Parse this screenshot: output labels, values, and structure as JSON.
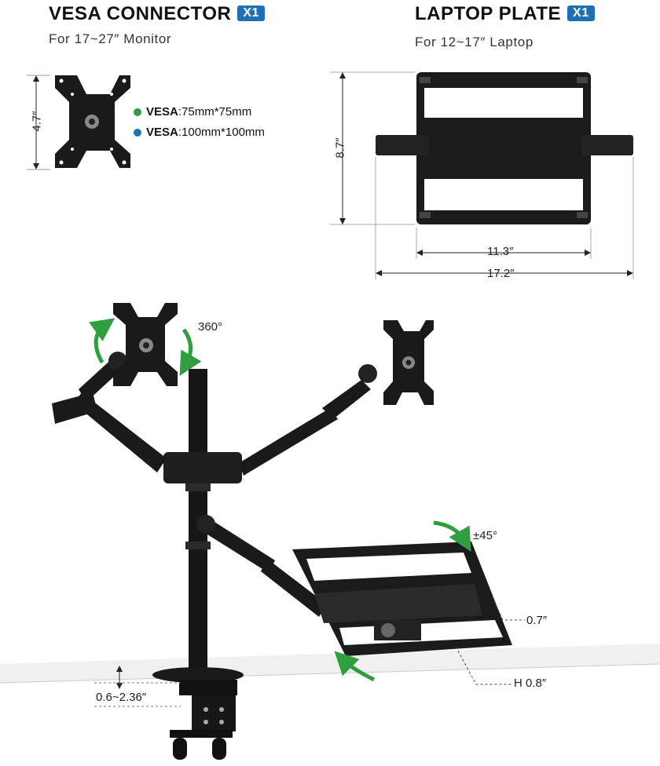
{
  "vesa_connector": {
    "title": "VESA CONNECTOR",
    "badge": "X1",
    "subtitle": "For 17~27″ Monitor",
    "height_dim": "4.7″",
    "specs": [
      {
        "bold": "VESA",
        "rest": ":75mm*75mm",
        "color": "#2e9e3e"
      },
      {
        "bold": "VESA",
        "rest": ":100mm*100mm",
        "color": "#1f6fb5"
      }
    ]
  },
  "laptop_plate": {
    "title": "LAPTOP PLATE",
    "badge": "X1",
    "subtitle": "For 12~17″ Laptop",
    "height_dim": "8.7″",
    "inner_width_dim": "11.3″",
    "outer_width_dim": "17.2″"
  },
  "assembly": {
    "rotation_label": "360°",
    "tilt_label": "±45°",
    "lip_label": "0.7″",
    "lip_height_label": "H 0.8″",
    "clamp_label": "0.6~2.36″"
  },
  "colors": {
    "accent_blue": "#1f6fb5",
    "arrow_green": "#2e9e3e",
    "metal": "#1c1c1c"
  }
}
